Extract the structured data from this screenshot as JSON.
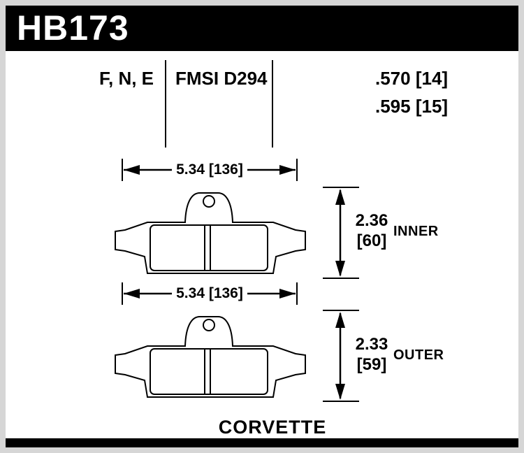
{
  "header": {
    "part_number": "HB173",
    "compound_codes": "F, N, E",
    "fmsi": "FMSI D294",
    "thicknesses": [
      ".570 [14]",
      ".595 [15]"
    ]
  },
  "inner": {
    "width_label": "5.34 [136]",
    "height_in": "2.36",
    "height_mm": "[60]",
    "label": "INNER"
  },
  "outer": {
    "width_label": "5.34 [136]",
    "height_in": "2.33",
    "height_mm": "[59]",
    "label": "OUTER"
  },
  "footer": {
    "vehicle": "CORVETTE"
  },
  "colors": {
    "bar": "#000000",
    "frame": "#d6d6d6",
    "line": "#000000",
    "background": "#ffffff"
  }
}
